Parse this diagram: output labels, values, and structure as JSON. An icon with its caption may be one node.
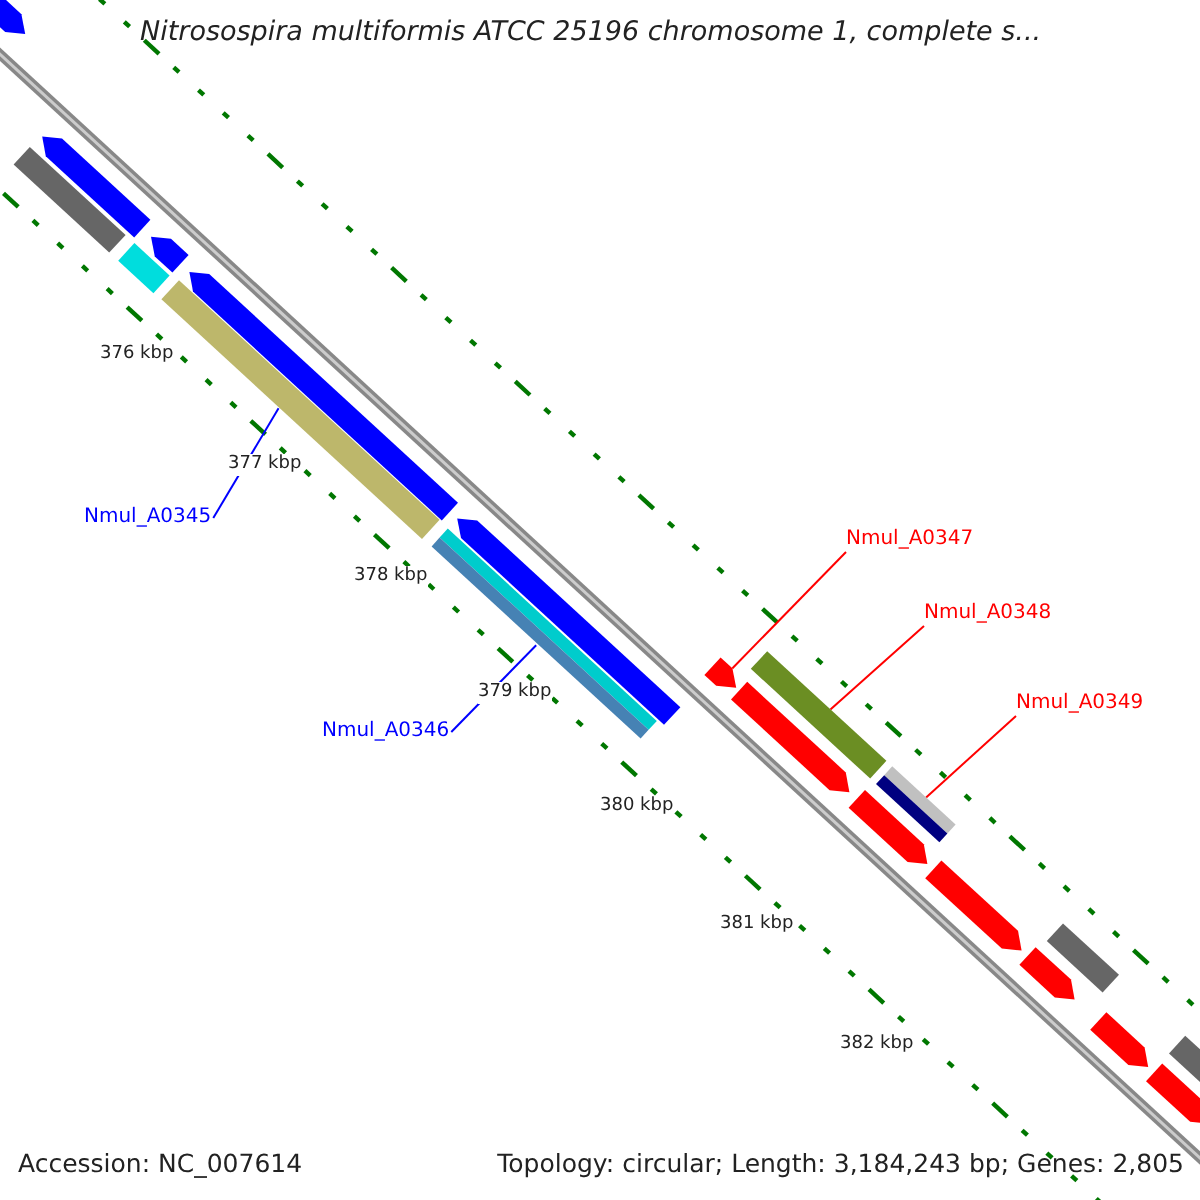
{
  "diagram": {
    "title": "Nitrosospira multiformis ATCC 25196 chromosome 1, complete s...",
    "nodes": [
      {
        "text": [
          "Nmul_A0345"
        ]
      },
      {
        "text": [],
        "shape": "bar"
      },
      {
        "text": [
          "Nmul_A0346"
        ]
      },
      {
        "text": [],
        "shape": "bar"
      },
      {
        "text": [
          "Nmul_A0347"
        ]
      },
      {
        "text": [],
        "shape": "bar"
      },
      {
        "text": [
          "Nmul_A0348"
        ]
      },
      {
        "text": [],
        "shape": "bar"
      },
      {
        "text": [
          "Nmul_A0349"
        ]
      },
      {
        "text": [],
        "shape": "bar"
      }
    ],
    "edges": [
      {
        "from": 0,
        "to": 1,
        "arrow": "none",
        "color": "#0000ff"
      },
      {
        "from": 2,
        "to": 3,
        "arrow": "none",
        "color": "#0000ff"
      },
      {
        "from": 4,
        "to": 5,
        "arrow": "none"
      },
      {
        "from": 6,
        "to": 7,
        "arrow": "none"
      },
      {
        "from": 8,
        "to": 9,
        "arrow": "none"
      }
    ],
    "labels": [
      "376 kbp",
      "377 kbp",
      "378 kbp",
      "379 kbp",
      "380 kbp",
      "381 kbp",
      "382 kbp",
      "Accession: NC_007614",
      "Topology: circular; Length: 3,184,243 bp; Genes: 2,805"
    ]
  }
}
